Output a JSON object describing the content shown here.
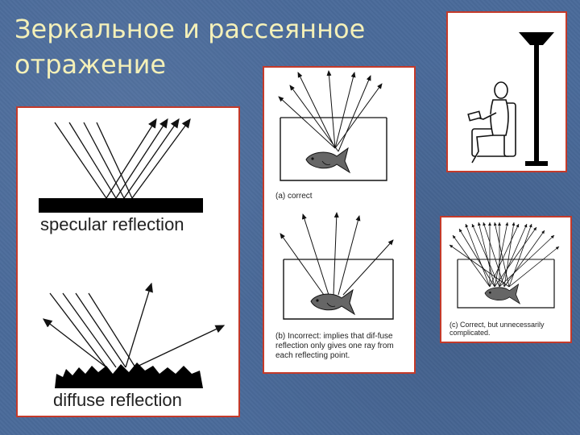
{
  "slide": {
    "title": "Зеркальное и рассеянное отражение",
    "background": "#4a6a9a",
    "title_color": "#f4f0b8",
    "frame_color": "#c43a2a"
  },
  "panels": {
    "specular_diffuse": {
      "specular_label": "specular reflection",
      "diffuse_label": "diffuse reflection"
    },
    "fish_tank": {
      "caption_a": "(a) correct",
      "caption_b": "(b) Incorrect: implies that dif-fuse reflection only gives one ray from each reflecting point."
    },
    "reading_lamp": {},
    "fish_complex": {
      "caption_c": "(c) Correct, but unnecessarily complicated."
    }
  }
}
